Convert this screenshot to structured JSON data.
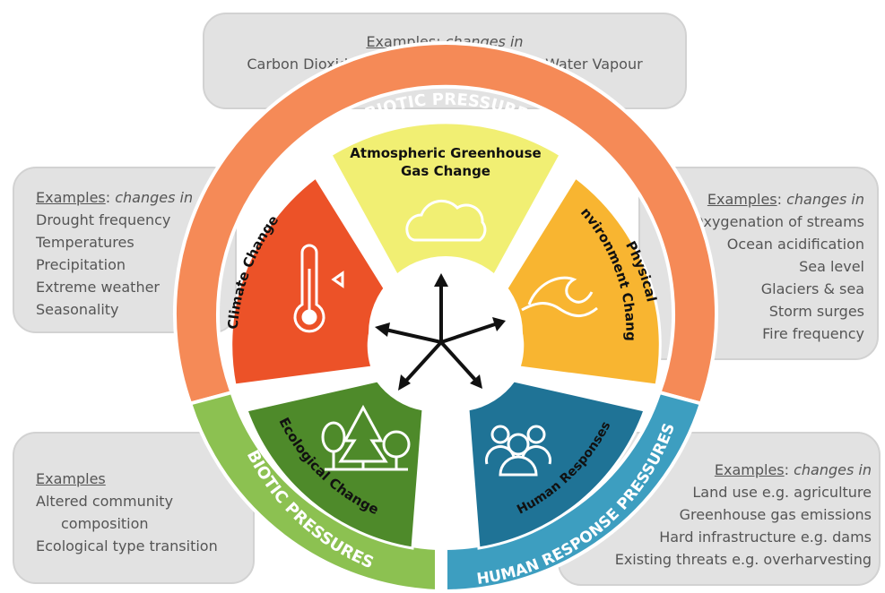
{
  "examples": {
    "top": {
      "header_underlined": "Examples",
      "header_colon": ": ",
      "header_italic": "changes in",
      "lines": [
        "Carbon Dioxide; Methane; Nitrous Oxide; Water Vapour"
      ]
    },
    "left": {
      "header_underlined": "Examples",
      "header_colon": ": ",
      "header_italic": "changes in",
      "lines": [
        "Drought frequency",
        "Temperatures",
        "Precipitation",
        "Extreme weather",
        "Seasonality"
      ]
    },
    "right": {
      "header_underlined": "Examples",
      "header_colon": ": ",
      "header_italic": "changes in",
      "lines": [
        "Oxygenation of streams",
        "Ocean acidification",
        "Sea level",
        "Glaciers & sea",
        "Storm surges",
        "Fire frequency"
      ]
    },
    "bottom_left": {
      "header_underlined": "Examples",
      "lines": [
        "Altered community",
        "composition",
        "Ecological type transition"
      ]
    },
    "bottom_right": {
      "header_underlined": "Examples",
      "header_colon": ": ",
      "header_italic": "changes in",
      "lines": [
        "Land use e.g. agriculture",
        "Greenhouse gas emissions",
        "Hard infrastructure e.g. dams",
        "Existing  threats e.g. overharvesting"
      ]
    }
  },
  "rings": {
    "abiotic": "ABIOTIC PRESSURES",
    "biotic": "BIOTIC PRESSURES",
    "human": "HUMAN RESPONSE PRESSURES"
  },
  "segments": {
    "atmospheric_line1": "Atmospheric Greenhouse",
    "atmospheric_line2": "Gas Change",
    "climate": "Climate Change",
    "physical_line1": "Physical",
    "physical_line2": "Environment Change",
    "ecological": "Ecological Change",
    "human": "Human Responses"
  },
  "icons": {
    "atmospheric": "cloud-icon",
    "climate": "thermometer-icon",
    "physical": "wave-icon",
    "ecological": "trees-icon",
    "human": "people-icon",
    "hub": "five-arrows-icon"
  },
  "colors": {
    "abiotic_ring": "#f58a57",
    "biotic_ring": "#8cc151",
    "human_ring": "#3d9ec0",
    "atmospheric": "#f1ef73",
    "climate": "#ec5228",
    "physical": "#f8b531",
    "ecological": "#4e8a2a",
    "human": "#1f7396",
    "box_fill": "#e2e2e2"
  }
}
